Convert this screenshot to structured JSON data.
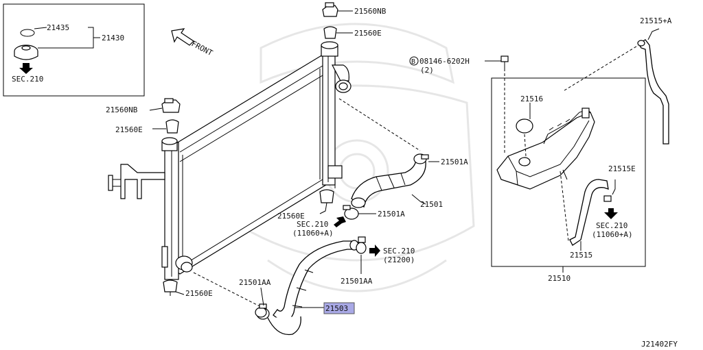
{
  "diagram_code": "J21402FY",
  "inset": {
    "labels": {
      "gasket": "21435",
      "cap": "21430",
      "sec": "SEC.210"
    }
  },
  "front_label": "FRONT",
  "radiator": {
    "labels": {
      "top_mount_right": "21560NB",
      "top_bushing_right": "21560E",
      "top_mount_left": "21560NB",
      "top_bushing_left": "21560E",
      "bottom_bushing_center": "21560E",
      "bottom_bushing_left": "21560E"
    }
  },
  "hoses": {
    "upper_hose": "21501",
    "upper_clamp_top": "21501A",
    "upper_clamp_bottom": "21501A",
    "upper_sec": "SEC.210",
    "upper_sec_ref": "(11060+A)",
    "lower_hose": "21503",
    "lower_clamp_left": "21501AA",
    "lower_clamp_right": "21501AA",
    "lower_sec": "SEC.210",
    "lower_sec_ref": "(21200)"
  },
  "reservoir": {
    "bolt_marker": "B",
    "bolt": "08146-6202H",
    "bolt_qty": "(2)",
    "cap": "21516",
    "tank": "21510",
    "overflow_hose_top": "21515+A",
    "clip": "21515E",
    "sec": "SEC.210",
    "sec_ref": "(11060+A)",
    "small_hose": "21515"
  },
  "highlight_color": "#a9a9e6"
}
